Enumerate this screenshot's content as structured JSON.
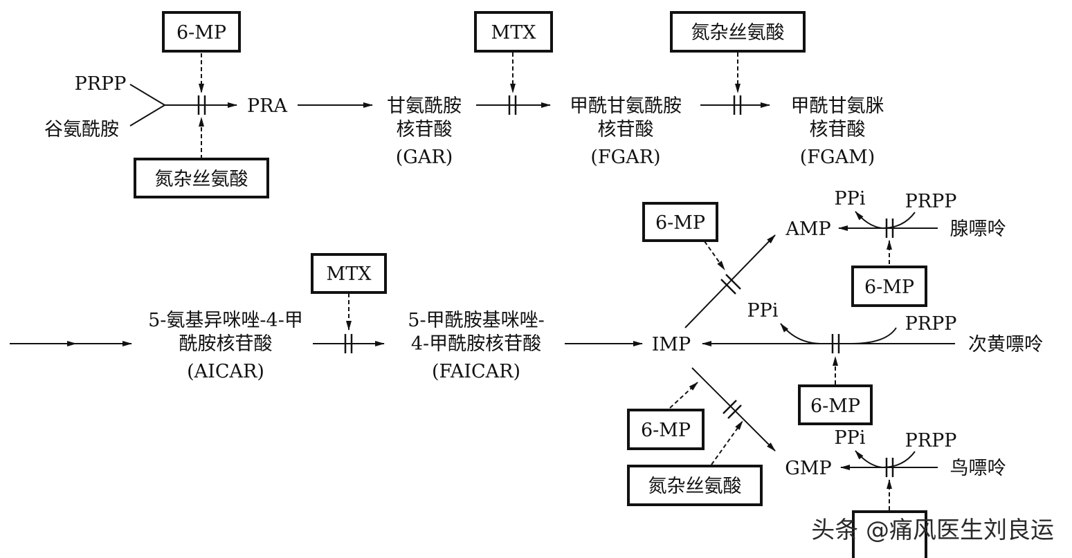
{
  "nodes": {
    "prpp_1": "PRPP",
    "glutamine": "谷氨酰胺",
    "pra": "PRA",
    "gar_1": "甘氨酰胺",
    "gar_2": "核苷酸",
    "gar_3": "(GAR)",
    "fgar_1": "甲酰甘氨酰胺",
    "fgar_2": "核苷酸",
    "fgar_3": "(FGAR)",
    "fgam_1": "甲酰甘氨脒",
    "fgam_2": "核苷酸",
    "fgam_3": "(FGAM)",
    "aicar_1": "5-氨基异咪唑-4-甲",
    "aicar_2": "酰胺核苷酸",
    "aicar_3": "(AICAR)",
    "faicar_1": "5-甲酰胺基咪唑-",
    "faicar_2": "4-甲酰胺核苷酸",
    "faicar_3": "(FAICAR)",
    "imp": "IMP",
    "amp": "AMP",
    "gmp": "GMP",
    "ppi_amp": "PPi",
    "prpp_amp": "PRPP",
    "adenine": "腺嘌呤",
    "ppi_imp": "PPi",
    "prpp_imp": "PRPP",
    "hypoxanthine": "次黄嘌呤",
    "ppi_gmp": "PPi",
    "prpp_gmp": "PRPP",
    "guanine": "鸟嘌呤"
  },
  "inhibitors": {
    "mp_top": "6-MP",
    "aza_bottom_1": "氮杂丝氨酸",
    "mtx_gar": "MTX",
    "aza_fgar": "氮杂丝氨酸",
    "mtx_aicar": "MTX",
    "mp_amp_left": "6-MP",
    "mp_amp_right": "6-MP",
    "mp_imp": "6-MP",
    "mp_gmp_left": "6-MP",
    "aza_gmp": "氮杂丝氨酸"
  },
  "watermark": "头条 @痛风医生刘良运"
}
